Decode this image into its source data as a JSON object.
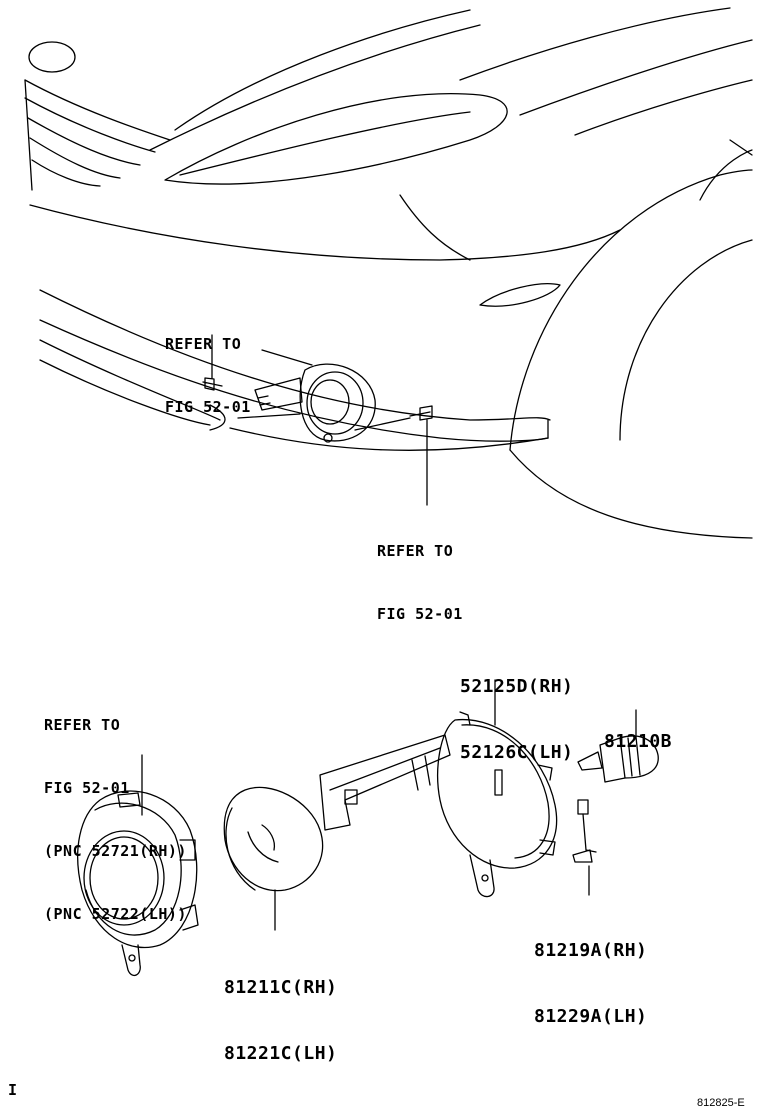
{
  "top_callout_upper": {
    "line1": "REFER TO",
    "line2": "FIG 52-01"
  },
  "top_callout_lower": {
    "line1": "REFER TO",
    "line2": "FIG 52-01"
  },
  "bezel_callout": {
    "line1": "REFER TO",
    "line2": "FIG 52-01",
    "line3": "(PNC 52721(RH))",
    "line4": "(PNC 52722(LH))"
  },
  "parts": {
    "bracket": {
      "rh": "52125D(RH)",
      "lh": "52126C(LH)"
    },
    "bulb": {
      "number": "81210B"
    },
    "socket": {
      "rh": "81219A(RH)",
      "lh": "81229A(LH)"
    },
    "lamp_unit": {
      "rh": "81211C(RH)",
      "lh": "81221C(LH)"
    }
  },
  "footer": {
    "corner_mark": "I",
    "figure_id": "812825-E"
  }
}
